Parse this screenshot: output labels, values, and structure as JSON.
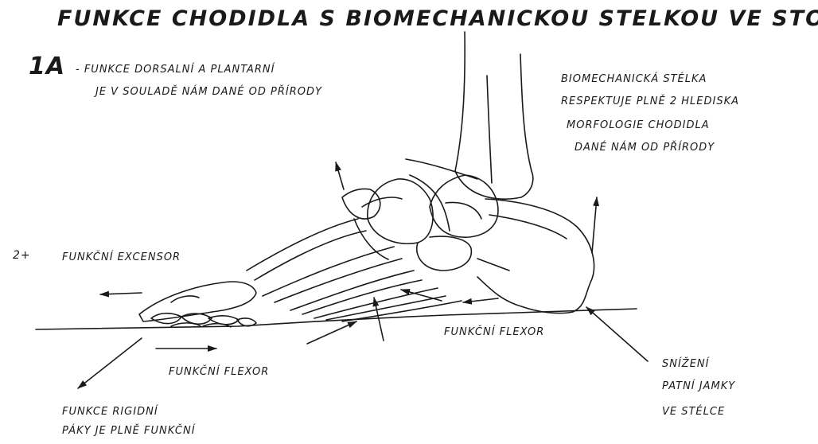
{
  "title": "FUNKCE CHODIDLA S BIOMECHANICKOU STELKOU VE STOJI",
  "note_1a": {
    "number": "1A",
    "line1": "- FUNKCE DORSALNÍ A PLANTARNÍ",
    "line2": "JE V SOULADĚ NÁM DANÉ OD PŘÍRODY"
  },
  "note_insole": {
    "line1": "BIOMECHANICKÁ STÉLKA",
    "line2": "RESPEKTUJE PLNĚ 2 HLEDISKA",
    "line3": "MORFOLOGIE CHODIDLA",
    "line4": "DANÉ NÁM OD PŘÍRODY"
  },
  "note_2": {
    "number": "2+",
    "label": "FUNKČNÍ EXCENSOR"
  },
  "flexor_right": "FUNKČNÍ FLEXOR",
  "flexor_bottom": "FUNKČNÍ FLEXOR",
  "heel_note": {
    "line1": "SNÍŽENÍ",
    "line2": "PATNÍ JAMKY",
    "line3": "VE STÉLCE"
  },
  "lever_note": {
    "line1": "FUNKCE RIGIDNÍ",
    "line2": "PÁKY JE PLNĚ FUNKČNÍ"
  },
  "colors": {
    "ink": "#1a1a1a",
    "paper": "#ffffff"
  }
}
